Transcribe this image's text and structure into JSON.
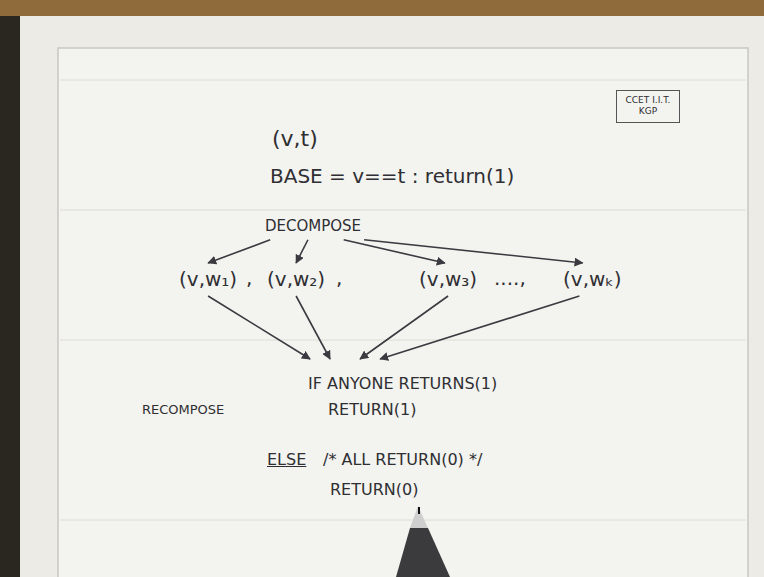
{
  "diagram": {
    "nodes": [
      {
        "text": [
          "CCET I.I.T. KGP"
        ]
      },
      {
        "text": [
          "DECOMPOSE"
        ]
      },
      {
        "text": [
          "(v,w₁)"
        ]
      },
      {
        "text": [
          "(v,w₂)"
        ]
      },
      {
        "text": [
          "(v,w₃)"
        ]
      },
      {
        "text": [
          "(v,wₖ)"
        ]
      },
      {
        "text": [
          "IF ANYONE RETURNS(1)",
          "RETURN(1)",
          "ELSE",
          "/* ALL RETURN(0) */",
          "RETURN(0)"
        ]
      }
    ],
    "edges": [
      {
        "from": 1,
        "to": 2,
        "arrow": "to"
      },
      {
        "from": 1,
        "to": 3,
        "arrow": "to"
      },
      {
        "from": 1,
        "to": 4,
        "arrow": "to"
      },
      {
        "from": 1,
        "to": 5,
        "arrow": "to"
      },
      {
        "from": 2,
        "to": 6,
        "arrow": "to"
      },
      {
        "from": 3,
        "to": 6,
        "arrow": "to"
      },
      {
        "from": 4,
        "to": 6,
        "arrow": "to"
      },
      {
        "from": 5,
        "to": 6,
        "arrow": "to"
      }
    ],
    "labels": [
      "(v,t)",
      "BASE = v==t : return(1)",
      ",",
      ",",
      "....,",
      "RECOMPOSE"
    ]
  }
}
